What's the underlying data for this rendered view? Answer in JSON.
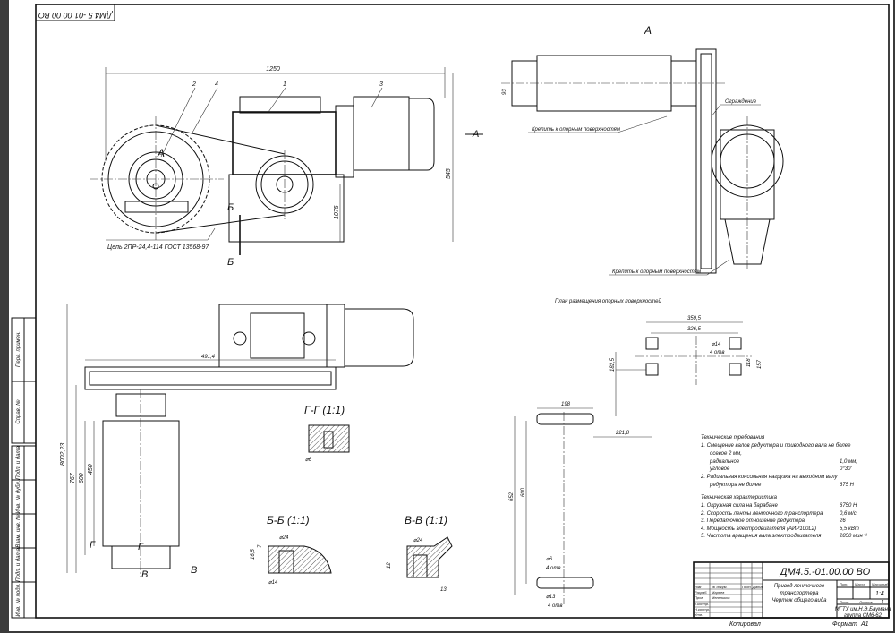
{
  "stamp_code_mirrored": "ДМ4.5.-01.00.00 ВО",
  "views": {
    "view_a_label": "А",
    "arrow_a": "А",
    "section_b": "Б",
    "section_v": "В",
    "section_g": "Г",
    "gg_title": "Г-Г (1:1)",
    "bb_title": "Б-Б (1:1)",
    "vv_title": "В-В (1:1)",
    "plan_title": "План размещения опорных поверхностей"
  },
  "callouts": [
    "1",
    "2",
    "3",
    "4"
  ],
  "notes": {
    "chain": "Цепь 2ПР-24,4-114 ГОСТ 13568-97",
    "guard": "Ограждение",
    "fix_top": "Крепить к опорным поверхностям",
    "fix_bottom": "Крепить к опорным поверхностям"
  },
  "dimensions": {
    "d1250": "1250",
    "d545": "545",
    "d1075": "1075",
    "d93": "93",
    "d4914": "491,4",
    "d80023": "8002,23",
    "d767": "767",
    "d600a": "600",
    "d450": "450",
    "d3595": "359,5",
    "d3265": "326,5",
    "d14": "⌀14",
    "holes4a": "4 отв",
    "d118": "118",
    "d157": "157",
    "d1825": "182,5",
    "d198": "198",
    "d2218": "221,8",
    "d652": "652",
    "d600b": "600",
    "d6": "⌀6",
    "holes4b": "4 отв",
    "d13": "⌀13",
    "holes4c": "4 отв",
    "gg6": "⌀6",
    "bb24": "⌀24",
    "bb14": "⌀14",
    "bb165": "16,5",
    "bb7": "7",
    "vv24": "⌀24",
    "vv12": "12",
    "vv13": "13"
  },
  "tech_requirements": {
    "title": "Технические требования",
    "items": [
      {
        "text": "1. Смещение валов редуктора и приводного вала не более",
        "value": ""
      },
      {
        "text": "осевое 2 мм,",
        "value": ""
      },
      {
        "text": "радиальное",
        "value": "1,0 мм,"
      },
      {
        "text": "угловое",
        "value": "0°30'"
      },
      {
        "text": "2. Радиальная консольная нагрузка на выходном валу",
        "value": ""
      },
      {
        "text": "редуктора не более",
        "value": "675 Н"
      }
    ]
  },
  "tech_characteristics": {
    "title": "Техническая характеристика",
    "items": [
      {
        "text": "1. Окружная сила на барабане",
        "value": "6750 Н"
      },
      {
        "text": "2. Скорость ленты ленточного транспортера",
        "value": "0,6 м/с"
      },
      {
        "text": "3. Передаточное отношение редуктора",
        "value": "26"
      },
      {
        "text": "4. Мощность электродвигателя (АИР100L2)",
        "value": "5,5 кВт"
      },
      {
        "text": "5. Частота вращения вала электродвигателя",
        "value": "2850 мин⁻¹"
      }
    ]
  },
  "title_block": {
    "code": "ДМ4.5.-01.00.00 ВО",
    "name_line1": "Привод ленточного",
    "name_line2": "транспортера",
    "name_line3": "Чертеж общего вида",
    "col_izm": "Изм",
    "col_list": "Лист",
    "col_ndoc": "№ докум.",
    "col_podp": "Подп.",
    "col_data": "Дата",
    "razrab": "Разраб.",
    "razrab_name": "Мареев",
    "prov": "Пров.",
    "prov_name": "Мельников",
    "tkontr": "Т.контр.",
    "nkontr": "Н.контр.",
    "utv": "Утв.",
    "lit": "Лит.",
    "massa": "Масса",
    "masshtab": "Масштаб",
    "scale": "1:4",
    "sheet": "Лист",
    "sheets": "Листов",
    "sheets_n": "1",
    "org1": "МГТУ им.Н.Э.Баумана",
    "org2": "группа СМ6-62",
    "copied": "Копировал",
    "format": "Формат",
    "format_v": "А1"
  },
  "side_stamps": [
    "Перв. примен.",
    "Справ. №",
    "Подп. и дата",
    "Инв. № дубл.",
    "Взам. инв. №",
    "Подп. и дата",
    "Инв. № подл."
  ]
}
